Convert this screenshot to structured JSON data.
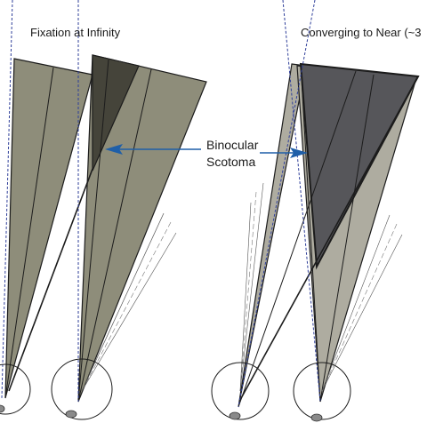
{
  "panels": {
    "left_title": "Fixation at Infinity",
    "right_title": "Converging to Near (~3"
  },
  "annotation": {
    "line1": "Binocular",
    "line2": "Scotoma"
  },
  "colors": {
    "field_light_left": "#8e8d7a",
    "field_light_right": "#aeaca0",
    "scotoma_left": "#45443a",
    "scotoma_right": "#56565a",
    "arrow": "#1f5fa8",
    "dashed_axis": "#2f3f9a",
    "stroke": "#1c1c1c"
  }
}
